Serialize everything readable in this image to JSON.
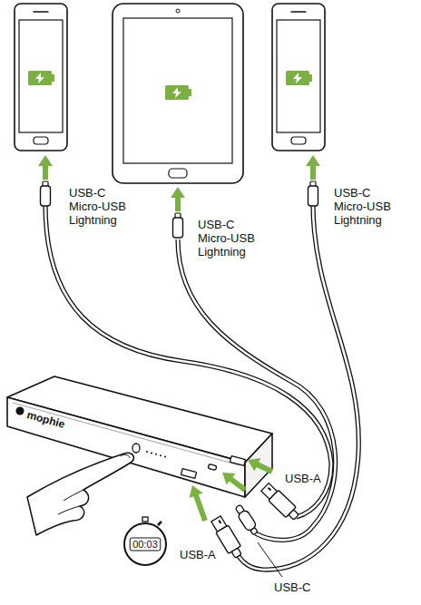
{
  "diagram": {
    "nodes": [
      {
        "text": [
          "mophie"
        ]
      },
      {
        "text": [
          "00:03"
        ]
      }
    ],
    "labels": [
      "USB-C Micro-USB Lightning",
      "USB-C Micro-USB Lightning",
      "USB-C Micro-USB Lightning",
      "USB-A",
      "USB-A",
      "USB-C"
    ]
  }
}
